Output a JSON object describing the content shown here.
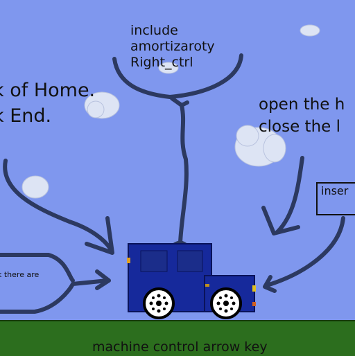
{
  "scene": {
    "sky_color": "#7f97ee",
    "ground_color": "#2c6e1e",
    "stroke_color": "#2c3960",
    "vehicle_color": "#16299b"
  },
  "labels": {
    "top_line1": "include",
    "top_line2": "amortizaroty",
    "top_line3": "Right_ctrl",
    "left_line1": "k of Home.",
    "left_line2": "k End.",
    "right_line1": "open the h",
    "right_line2": "close the l",
    "small_left": "k there are",
    "insert_box": "inser",
    "ground_text": "machine control arrow key"
  }
}
